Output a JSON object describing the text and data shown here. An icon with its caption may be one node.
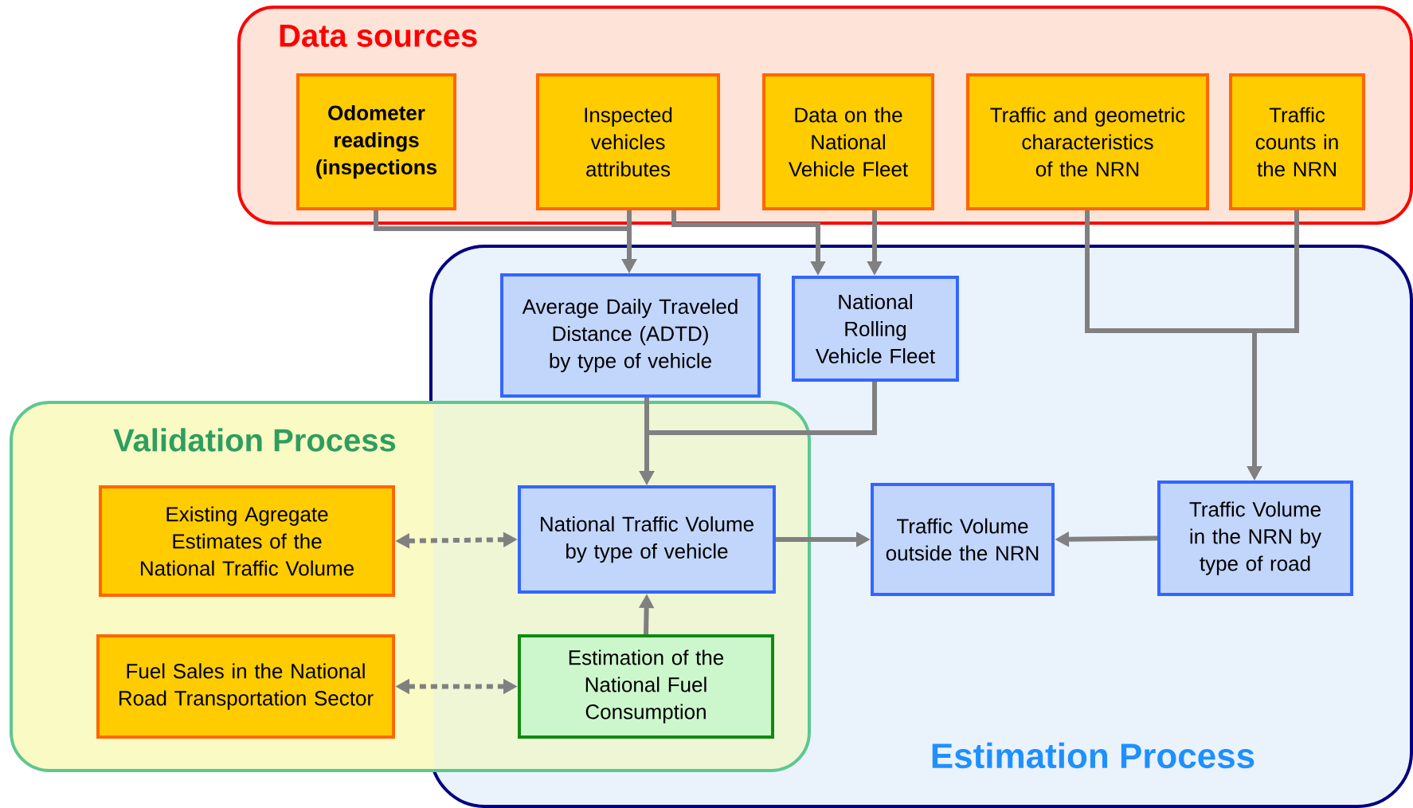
{
  "diagram": {
    "nodes": [
      {
        "text": [
          "Data sources"
        ]
      },
      {
        "text": [
          "Odometer readings (inspections"
        ],
        "in": 0
      },
      {
        "text": [
          "Inspected vehicles attributes"
        ],
        "in": 0
      },
      {
        "text": [
          "Data on the National Vehicle Fleet"
        ],
        "in": 0
      },
      {
        "text": [
          "Traffic and geometric characteristics of the NRN"
        ],
        "in": 0
      },
      {
        "text": [
          "Traffic counts in the NRN"
        ],
        "in": 0
      },
      {
        "text": [
          "Estimation Process"
        ]
      },
      {
        "text": [
          "Average Daily Traveled Distance (ADTD) by type of vehicle"
        ],
        "in": 6
      },
      {
        "text": [
          "National Rolling Vehicle Fleet"
        ],
        "in": 6
      },
      {
        "text": [
          "Validation Process"
        ]
      },
      {
        "text": [
          "Existing Agregate Estimates of the National Traffic Volume"
        ],
        "in": 9
      },
      {
        "text": [
          "National Traffic Volume by type of vehicle"
        ]
      },
      {
        "text": [
          "Traffic Volume outside the NRN"
        ],
        "in": 6
      },
      {
        "text": [
          "Traffic Volume in the NRN by type of road"
        ],
        "in": 6
      },
      {
        "text": [
          "Fuel Sales in the National Road Transportation Sector"
        ],
        "in": 9
      },
      {
        "text": [
          "Estimation of the National Fuel Consumption"
        ]
      }
    ],
    "edges": [
      {
        "from": 1,
        "to": 7,
        "arrow": "to"
      },
      {
        "from": 2,
        "to": 7,
        "arrow": "to"
      },
      {
        "from": 2,
        "to": 8,
        "arrow": "to"
      },
      {
        "from": 3,
        "to": 8,
        "arrow": "to"
      },
      {
        "from": 4,
        "to": 13,
        "arrow": "to"
      },
      {
        "from": 5,
        "to": 13,
        "arrow": "to"
      },
      {
        "from": 7,
        "to": 11,
        "arrow": "to"
      },
      {
        "from": 8,
        "to": 11,
        "arrow": "to"
      },
      {
        "from": 11,
        "to": 12,
        "arrow": "to"
      },
      {
        "from": 13,
        "to": 12,
        "arrow": "to"
      },
      {
        "from": 10,
        "to": 11,
        "arrow": "both",
        "style": "dashed"
      },
      {
        "from": 14,
        "to": 15,
        "arrow": "both",
        "style": "dashed"
      },
      {
        "from": 15,
        "to": 11,
        "arrow": "to"
      }
    ]
  }
}
